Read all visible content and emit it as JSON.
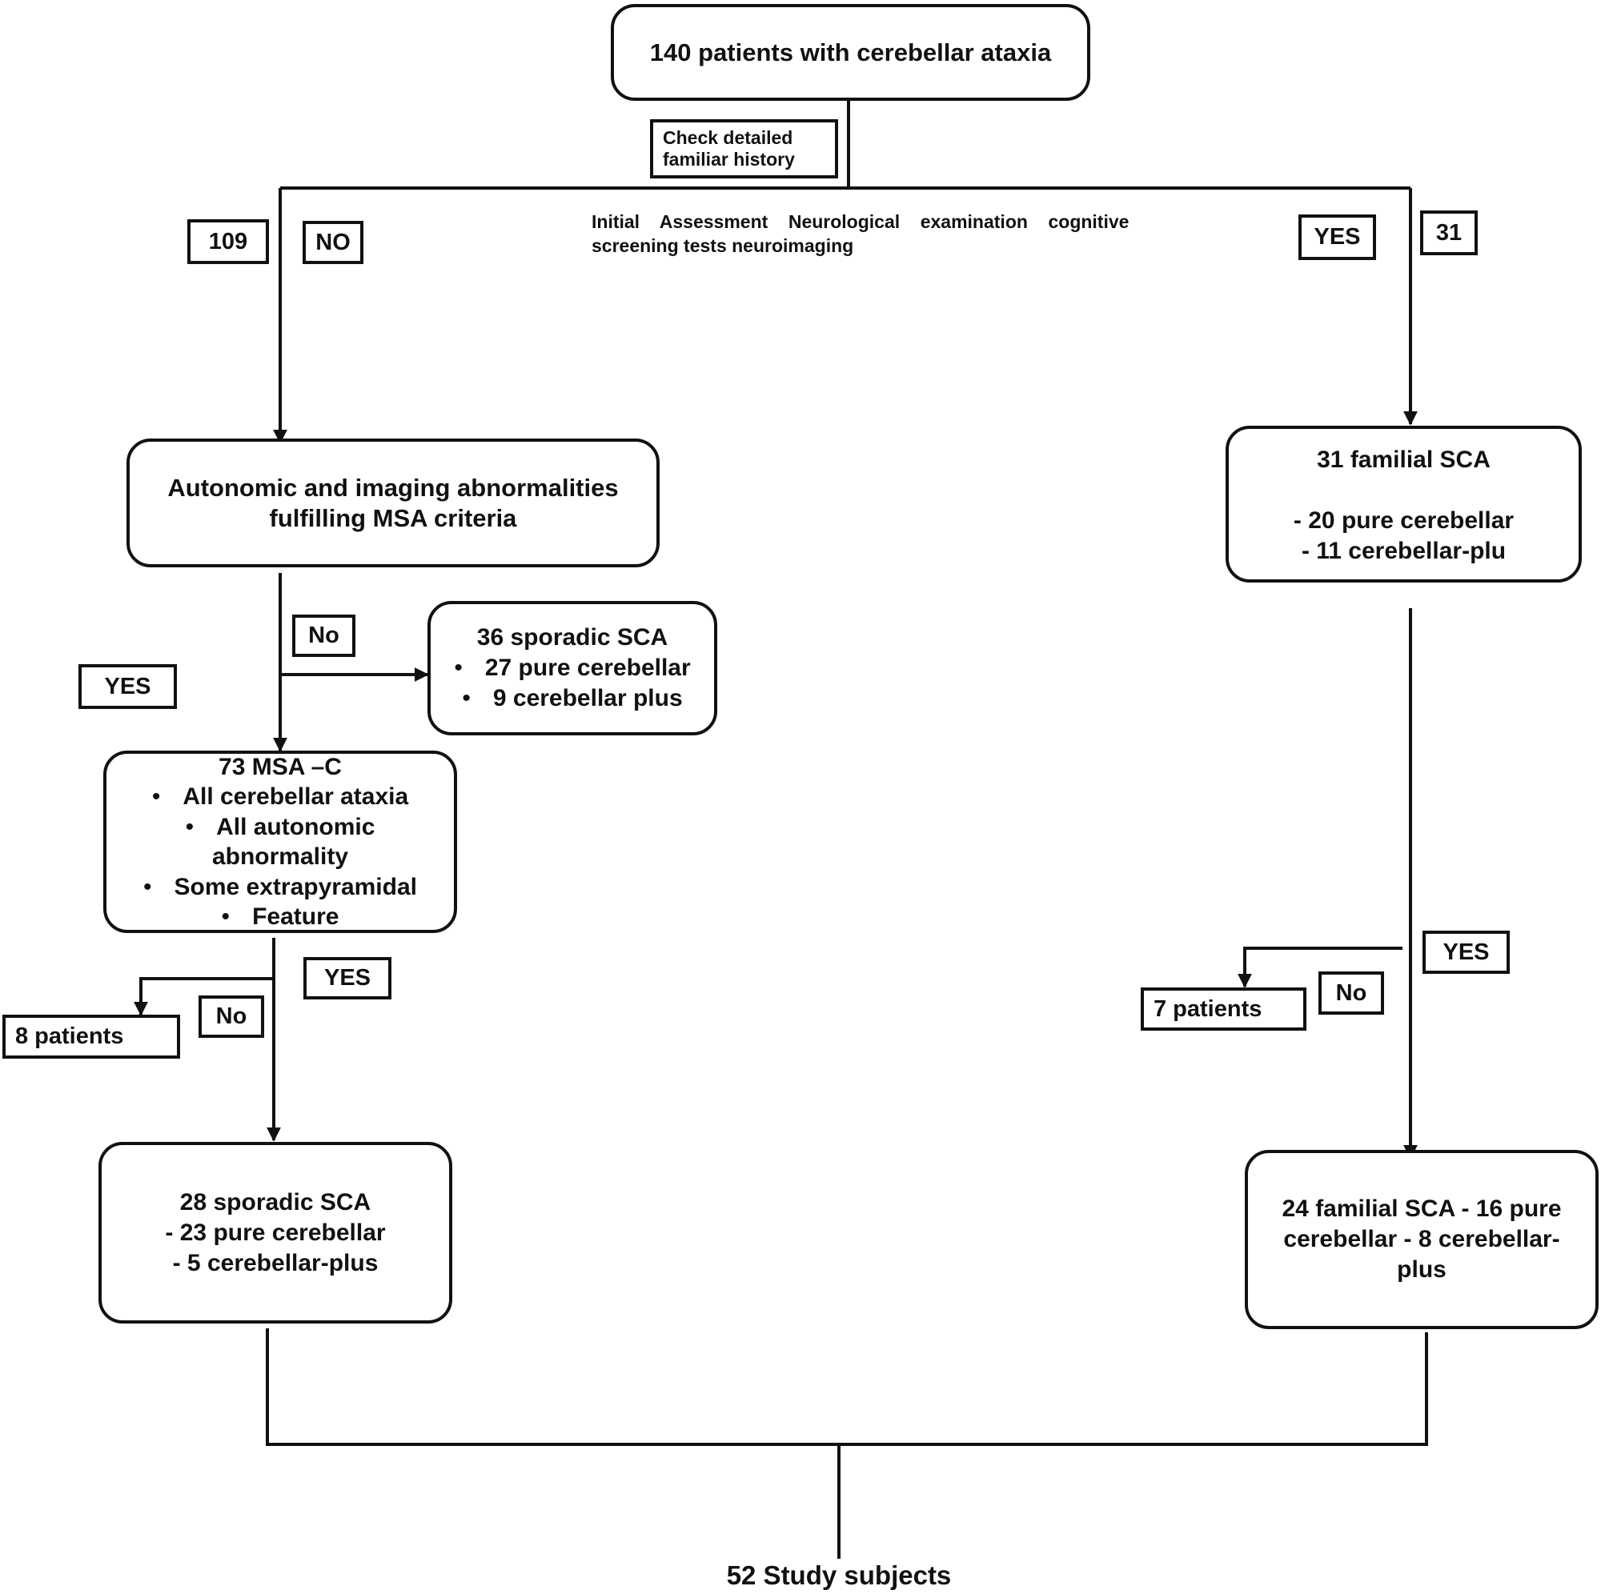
{
  "nodes": {
    "start": "140 patients with cerebellar ataxia",
    "check": [
      "Check detailed",
      "familiar history"
    ],
    "initial": [
      "Initial    Assessment    Neurological    examination    cognitive",
      "screening tests neuroimaging"
    ],
    "msa_criteria": [
      "Autonomic and imaging abnormalities",
      "fulfilling MSA criteria"
    ],
    "familial": {
      "title": "31 familial SCA",
      "items": [
        "- 20 pure cerebellar",
        "- 11 cerebellar-plu"
      ]
    },
    "sporadic36": {
      "title": "36 sporadic SCA",
      "items": [
        "27 pure cerebellar",
        "9 cerebellar plus"
      ]
    },
    "msa_c": {
      "title": "73 MSA –C",
      "items": [
        "All cerebellar ataxia",
        "All autonomic",
        "abnormality",
        "Some extrapyramidal",
        "Feature"
      ]
    },
    "excluded_left": "8 patients",
    "excluded_right": "7 patients",
    "sporadic28": {
      "title": "28 sporadic SCA",
      "items": [
        "- 23 pure cerebellar",
        "- 5 cerebellar-plus"
      ]
    },
    "familial24": [
      "24 familial SCA - 16 pure",
      "cerebellar - 8 cerebellar-",
      "plus"
    ],
    "end": "52 Study subjects"
  },
  "labels": {
    "count_no": "109",
    "no": "NO",
    "yes": "YES",
    "count_yes": "31",
    "no_msa": "No",
    "yes_msa": "YES",
    "yes_left": "YES",
    "no_left": "No",
    "yes_right": "YES",
    "no_right": "No"
  }
}
